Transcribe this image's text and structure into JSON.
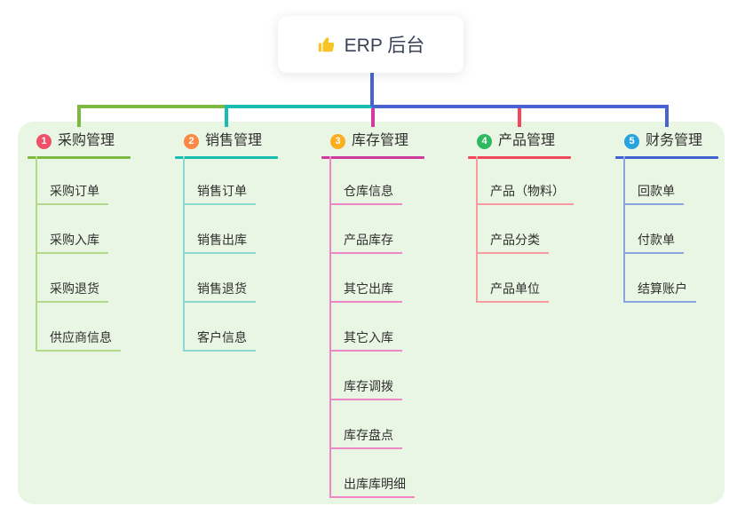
{
  "root": {
    "icon_name": "thumbs-up-icon",
    "icon_color": "#f7c325",
    "label": "ERP 后台"
  },
  "panel": {
    "background": "#e9f6e3"
  },
  "connectors": {
    "root_trunk_color": "#4a63d3",
    "bus_segment_colors": [
      "#7cb93e",
      "#18bdb2",
      "#4a63d3"
    ],
    "drop_colors": [
      "#7cb93e",
      "#18bdb2",
      "#d6399e",
      "#f2485a",
      "#4a63d3"
    ]
  },
  "branches": [
    {
      "index": "1",
      "label": "采购管理",
      "badge_color": "#f05067",
      "accent_color": "#7cb93e",
      "child_color": "#b3d98c",
      "children": [
        "采购订单",
        "采购入库",
        "采购退货",
        "供应商信息"
      ]
    },
    {
      "index": "2",
      "label": "销售管理",
      "badge_color": "#fd8845",
      "accent_color": "#18bdb2",
      "child_color": "#8ad8d0",
      "children": [
        "销售订单",
        "销售出库",
        "销售退货",
        "客户信息"
      ]
    },
    {
      "index": "3",
      "label": "库存管理",
      "badge_color": "#fcae20",
      "accent_color": "#cc3b9d",
      "child_color": "#ef86c6",
      "children": [
        "仓库信息",
        "产品库存",
        "其它出库",
        "其它入库",
        "库存调拨",
        "库存盘点",
        "出库库明细"
      ]
    },
    {
      "index": "4",
      "label": "产品管理",
      "badge_color": "#2eb95e",
      "accent_color": "#f2485a",
      "child_color": "#f79b9e",
      "children": [
        "产品（物料）",
        "产品分类",
        "产品单位"
      ]
    },
    {
      "index": "5",
      "label": "财务管理",
      "badge_color": "#27a3dd",
      "accent_color": "#4161d0",
      "child_color": "#8aa4e2",
      "children": [
        "回款单",
        "付款单",
        "结算账户"
      ]
    }
  ]
}
